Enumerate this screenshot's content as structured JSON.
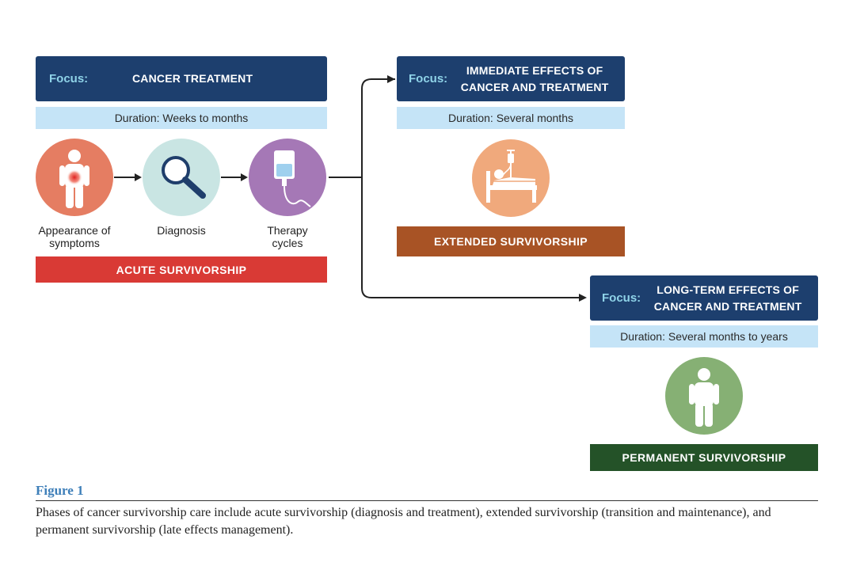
{
  "figure": {
    "title": "Figure 1",
    "caption": "Phases of cancer survivorship care include acute survivorship (diagnosis and treatment), extended survivorship (transition and maintenance), and permanent survivorship (late effects management)."
  },
  "phases": {
    "acute": {
      "focus_label": "Focus:",
      "focus_text": "CANCER TREATMENT",
      "duration": "Duration: Weeks to months",
      "steps": [
        {
          "label": "Appearance of symptoms",
          "icon": "person-icon"
        },
        {
          "label": "Diagnosis",
          "icon": "magnifier-icon"
        },
        {
          "label": "Therapy cycles",
          "icon": "iv-bag-icon"
        }
      ],
      "band": "ACUTE SURVIVORSHIP",
      "band_color": "#d93a35"
    },
    "extended": {
      "focus_label": "Focus:",
      "focus_text": "IMMEDIATE EFFECTS OF CANCER AND TREATMENT",
      "duration": "Duration: Several months",
      "icon": "hospital-bed-icon",
      "band": "EXTENDED SURVIVORSHIP",
      "band_color": "#a85325"
    },
    "permanent": {
      "focus_label": "Focus:",
      "focus_text": "LONG-TERM EFFECTS OF CANCER AND TREATMENT",
      "duration": "Duration: Several months to years",
      "icon": "person-icon",
      "band": "PERMANENT SURVIVORSHIP",
      "band_color": "#245228"
    }
  },
  "colors": {
    "focus_bg": "#1d3f6e",
    "duration_bg": "#c5e4f7",
    "symptoms_circle": "#e57d62",
    "diagnosis_circle": "#c9e5e3",
    "therapy_circle": "#a578b6",
    "extended_circle": "#f0a97c",
    "permanent_circle": "#86b074"
  }
}
